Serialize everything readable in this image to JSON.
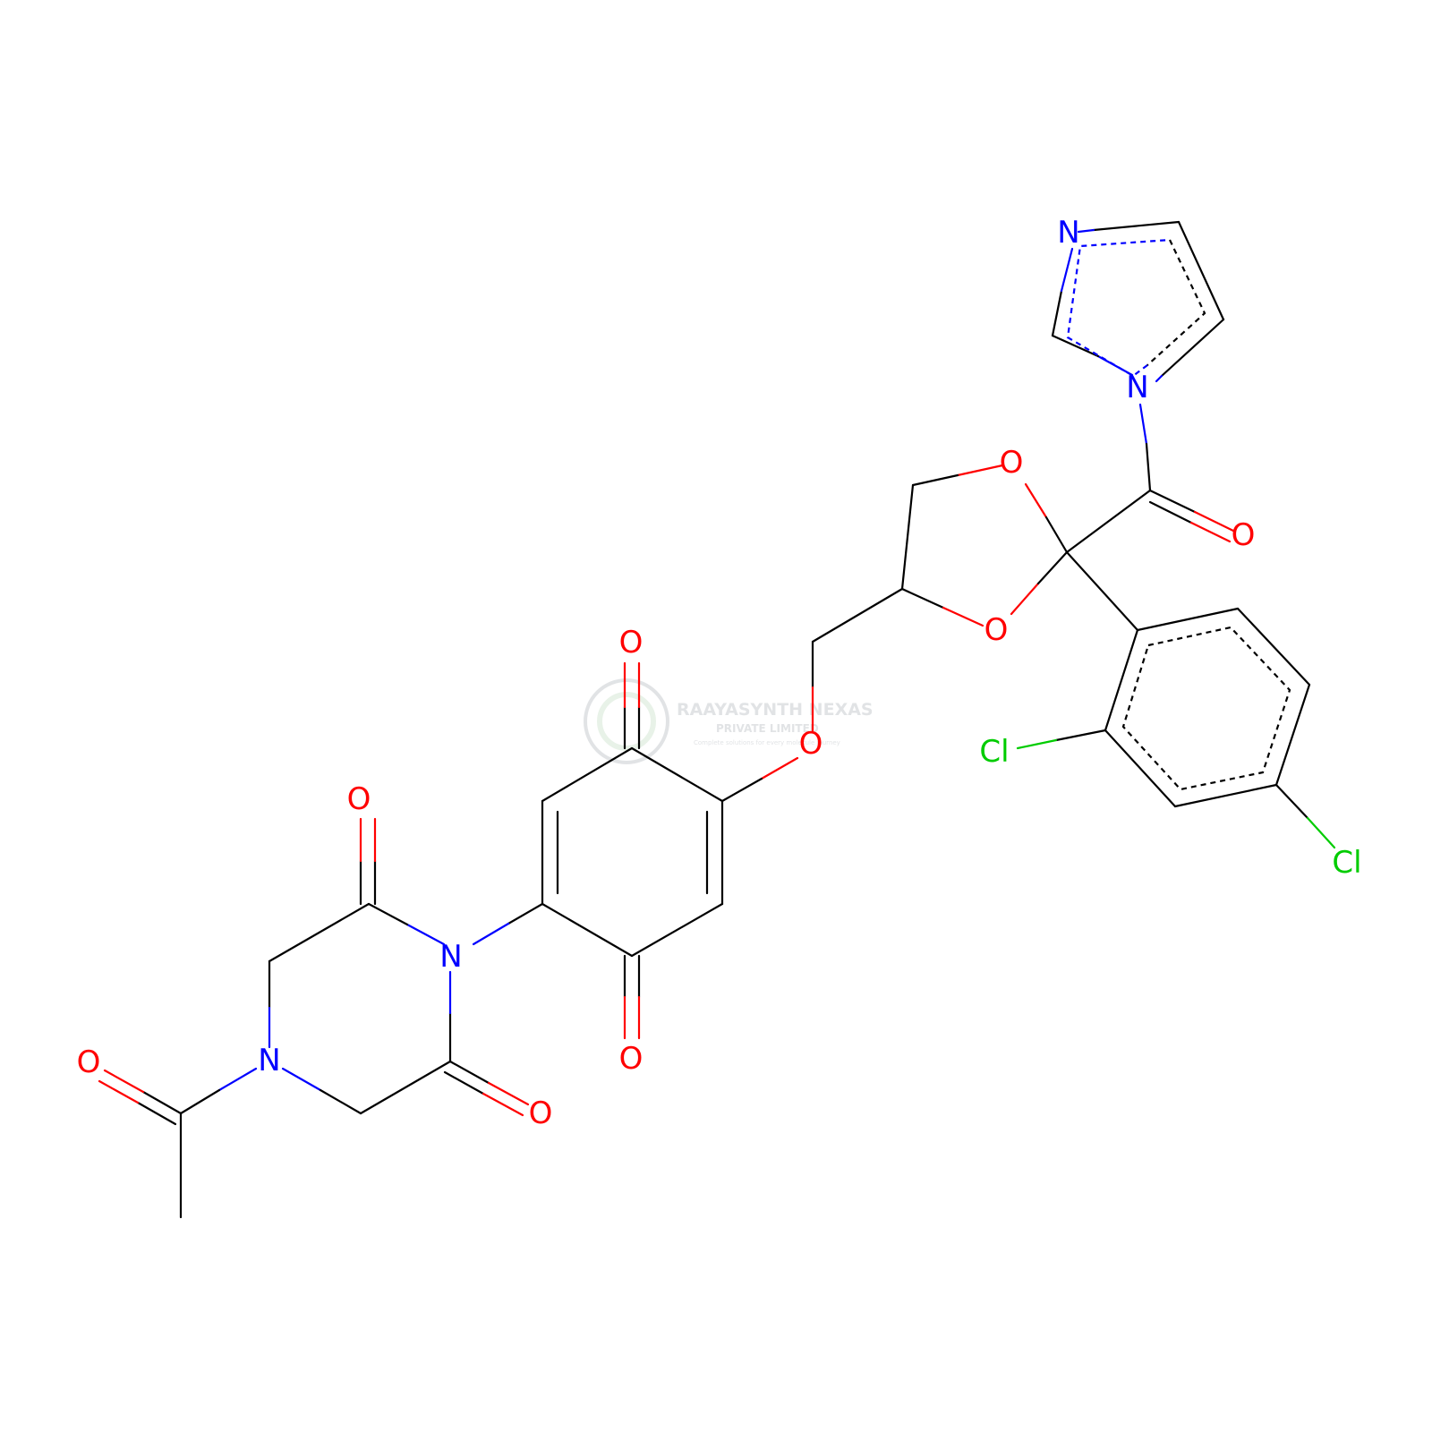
{
  "watermark": {
    "company": "RAAYASYNTH NEXAS",
    "subtitle": "PRIVATE LIMITED",
    "tagline": "Complete solutions for every molecule journey"
  },
  "colors": {
    "carbon": "#000000",
    "nitrogen": "#0000ff",
    "oxygen": "#ff0000",
    "chlorine": "#00cc00",
    "watermark": "#c9cdd1"
  },
  "atoms": {
    "N_imid_top": "N",
    "N_imid_ring": "N",
    "O_dioxolane_top": "O",
    "O_dioxolane_bottom": "O",
    "O_ketone_imid": "O",
    "Cl_ortho": "Cl",
    "Cl_para": "Cl",
    "O_quinone_top": "O",
    "O_ether": "O",
    "O_quinone_bottom": "O",
    "N_imide": "N",
    "O_imide_top": "O",
    "O_imide_bottom": "O",
    "N_piperazine": "N",
    "O_acetyl": "O"
  }
}
